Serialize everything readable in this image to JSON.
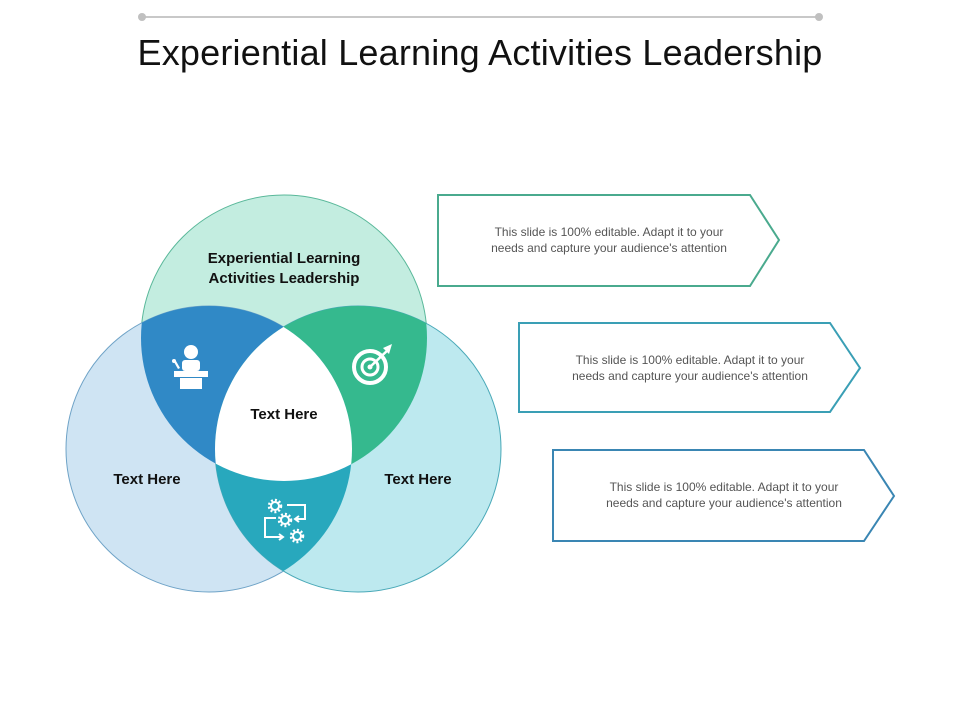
{
  "title": "Experiential Learning Activities Leadership",
  "venn": {
    "top_circle": {
      "label": "Experiential Learning Activities Leadership",
      "fill": "#c3ede0",
      "stroke": "#5ab89a"
    },
    "left_circle": {
      "label": "Text Here",
      "fill": "#cfe4f3",
      "stroke": "#6fa3c7"
    },
    "right_circle": {
      "label": "Text Here",
      "fill": "#bde9ef",
      "stroke": "#4aa9b8"
    },
    "center": {
      "label": "Text Here",
      "fill": "#ffffff"
    },
    "overlaps": [
      {
        "name": "top-left",
        "fill": "#3089c6",
        "icon": "presenter-podium-icon"
      },
      {
        "name": "top-right",
        "fill": "#35b98e",
        "icon": "target-arrow-icon"
      },
      {
        "name": "bottom",
        "fill": "#28a8bd",
        "icon": "gears-process-icon"
      }
    ]
  },
  "callouts": [
    {
      "text_line1": "This slide is 100% editable. Adapt it to your",
      "text_line2": "needs and capture your audience's attention",
      "stroke": "#4aaa8e"
    },
    {
      "text_line1": "This slide is 100% editable. Adapt it to your",
      "text_line2": "needs and capture your audience's attention",
      "stroke": "#3a9fb5"
    },
    {
      "text_line1": "This slide is 100% editable. Adapt it to your",
      "text_line2": "needs and capture your audience's attention",
      "stroke": "#3a86b3"
    }
  ]
}
